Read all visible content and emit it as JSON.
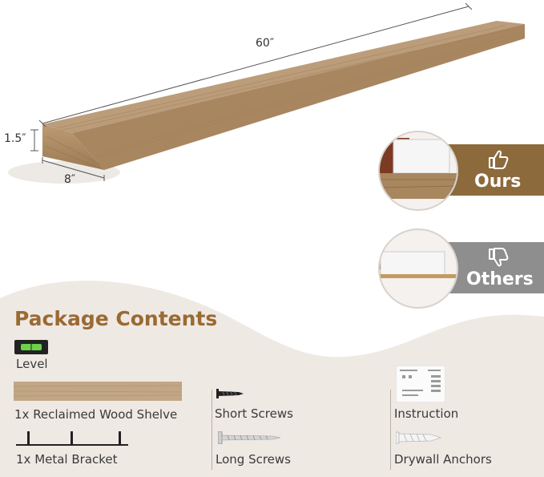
{
  "dimensions": {
    "length": "60″",
    "thickness": "1.5″",
    "depth": "8″"
  },
  "comparison": {
    "ours": {
      "label": "Ours",
      "icon": "thumbs-up-icon",
      "color": "#8c6a3c"
    },
    "others": {
      "label": "Others",
      "icon": "thumbs-down-icon",
      "color": "#8e8e8e"
    }
  },
  "package": {
    "title": "Package Contents",
    "items": {
      "level": "Level",
      "shelf": "1x Reclaimed Wood Shelve",
      "bracket": "1x Metal Bracket",
      "short_screws": "Short Screws",
      "long_screws": "Long Screws",
      "instruction": "Instruction",
      "anchors": "Drywall Anchors"
    }
  },
  "colors": {
    "wood": "#b08e66",
    "accent": "#9a6a33",
    "panel": "#efe9e4"
  }
}
